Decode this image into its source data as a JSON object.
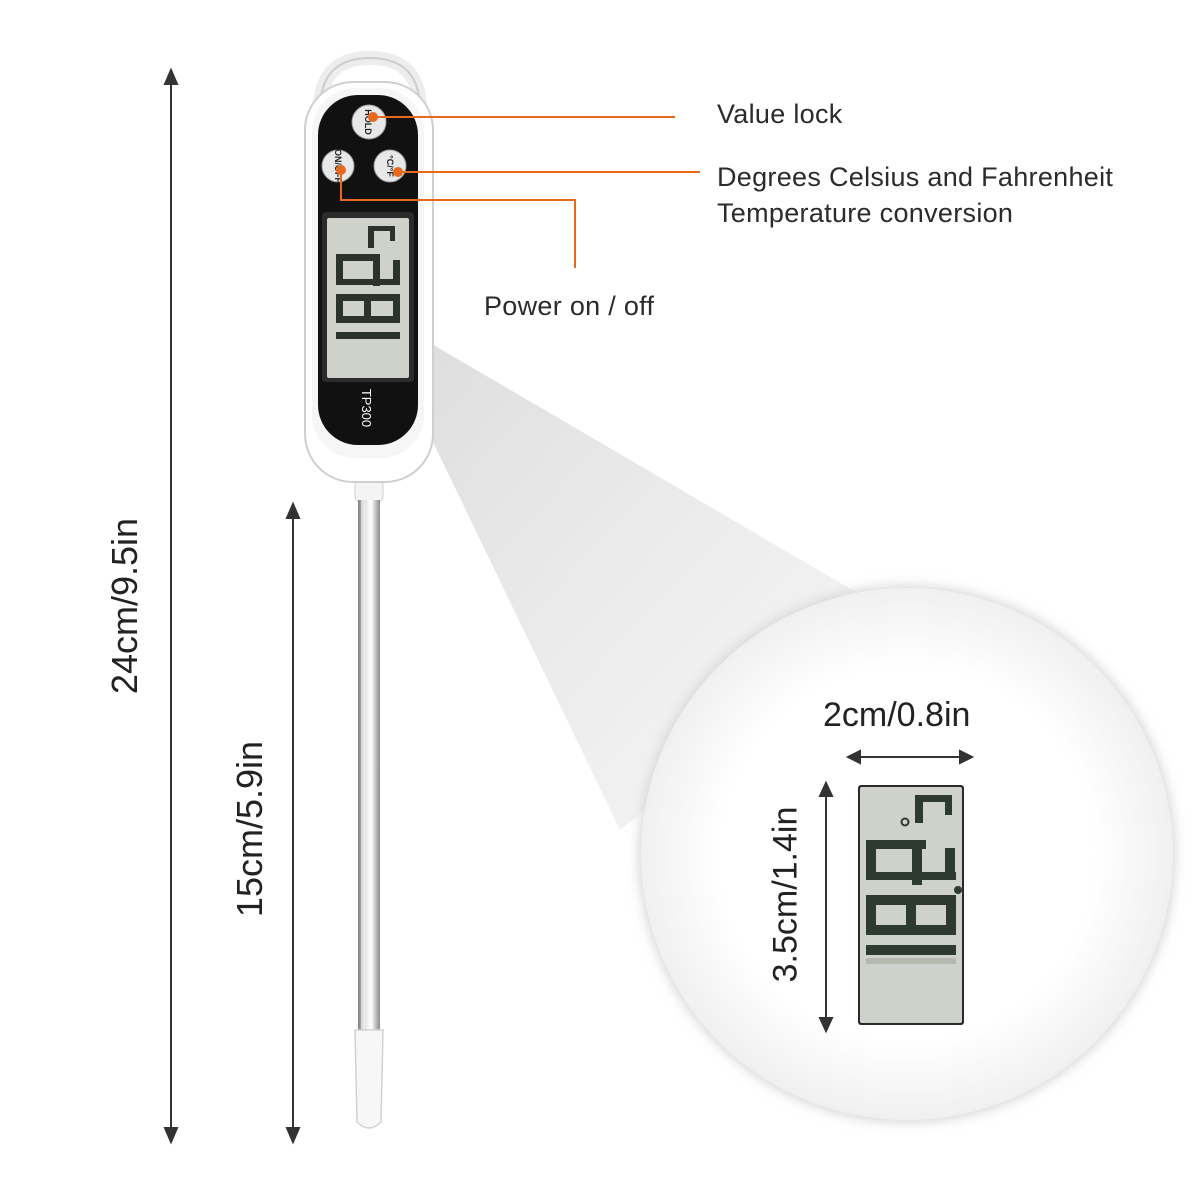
{
  "product": {
    "model": "TP300",
    "display_reading": "18.5",
    "display_unit": "°C",
    "button_hold": "HOLD",
    "button_onoff": "ON/OFF",
    "button_unit": "°C/°F"
  },
  "annotations": {
    "value_lock": "Value lock",
    "unit_conversion_line1": "Degrees Celsius and Fahrenheit",
    "unit_conversion_line2": "Temperature conversion",
    "power": "Power on / off"
  },
  "dimensions": {
    "total_length": "24cm/9.5in",
    "probe_length": "15cm/5.9in",
    "screen_width": "2cm/0.8in",
    "screen_height": "3.5cm/1.4in"
  },
  "colors": {
    "accent": "#e8681e",
    "body": "#ffffff",
    "face": "#111111",
    "lcd": "#cfd2cb",
    "probe": "#b9b9b9"
  }
}
